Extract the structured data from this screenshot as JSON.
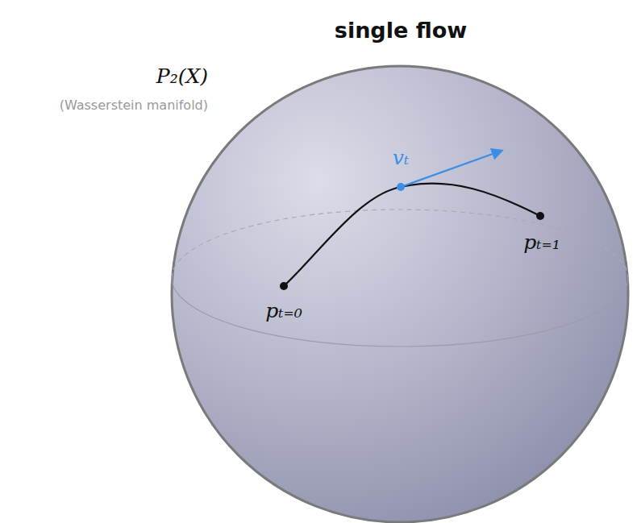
{
  "diagram": {
    "title": "single flow",
    "labels": [
      "P₂(X)",
      "(Wasserstein manifold)",
      "vₜ",
      "pₜ₌₀",
      "pₜ₌₁"
    ]
  }
}
